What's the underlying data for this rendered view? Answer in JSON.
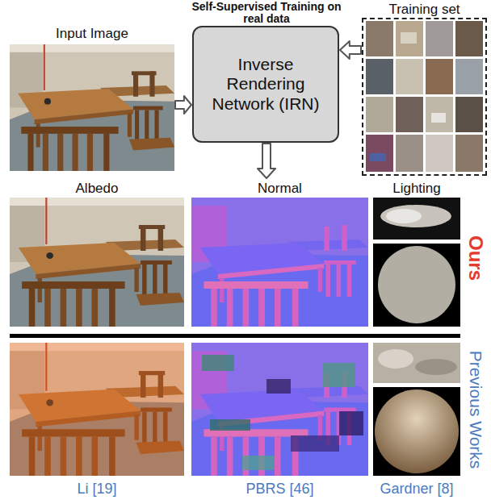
{
  "diagram": {
    "nodes": [
      {
        "text": [
          "Input Image"
        ]
      },
      {
        "text": [
          "Inverse Rendering Network (IRN)"
        ]
      },
      {
        "text": [
          "Training set"
        ]
      },
      {
        "text": [
          "Albedo"
        ]
      },
      {
        "text": [
          "Normal"
        ]
      },
      {
        "text": [
          "Lighting"
        ]
      }
    ],
    "edges": [
      {
        "from": 0,
        "to": 1,
        "arrow": "to"
      },
      {
        "from": 2,
        "to": 1,
        "arrow": "to"
      },
      {
        "from": 1,
        "to": 4,
        "arrow": "to"
      }
    ],
    "labels": [
      "Self-Supervised Training on real data",
      "Ours",
      "Previous Works",
      "Li [19]",
      "PBRS [46]",
      "Gardner [8]"
    ]
  }
}
